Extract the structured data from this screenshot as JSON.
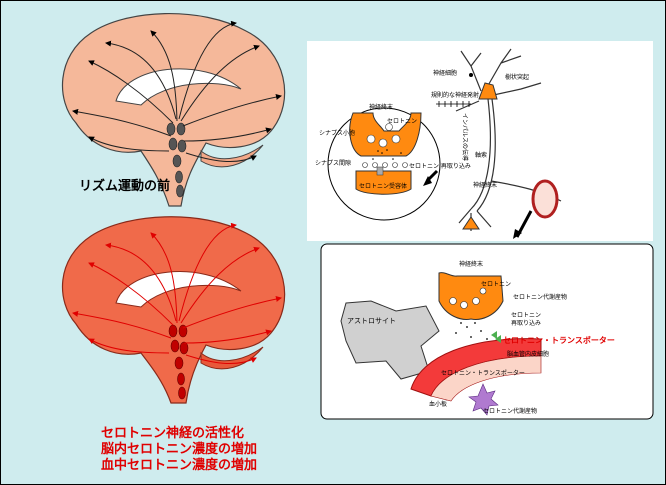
{
  "captions": {
    "before_rhythm": "リズム運動の前",
    "effect1": "セロトニン神経の活性化",
    "effect2": "脳内セロトニン濃度の増加",
    "effect3": "血中セロトニン濃度の増加"
  },
  "neuron_panel": {
    "nerve_cell": "神経細胞",
    "dendrite": "樹状突起",
    "regular_firing": "規則的な神経発射",
    "impulse_conduction": "インパルスの伝導",
    "nerve_terminal": "神経終末",
    "serotonin": "セロトニン",
    "synaptic_vesicle": "シナプス小胞",
    "synaptic_cleft": "シナプス間隙",
    "reuptake": "セロトニン 再取り込み",
    "receptor": "セロトニン受容体",
    "axon": "軸索",
    "nerve_terminal2": "神経終末"
  },
  "astro_panel": {
    "nerve_terminal": "神経終末",
    "serotonin": "セロトニン",
    "metabolite": "セロトニン代謝産物",
    "reuptake1": "セロトニン",
    "reuptake2": "再取り込み",
    "transporter_highlight": "セロトニン・トランスポーター",
    "astrocyte": "アストロサイト",
    "endothelium": "脳血管内皮細胞",
    "transporter": "セロトニン・トランスポーター",
    "platelet": "血小板",
    "metabolite2": "セロトニン代謝産物"
  },
  "colors": {
    "background": "#cfecee",
    "brain_before": "#f5b89a",
    "brain_after": "#f06a4a",
    "neuron": "#ff8a10",
    "highlight_text": "#e00000"
  }
}
